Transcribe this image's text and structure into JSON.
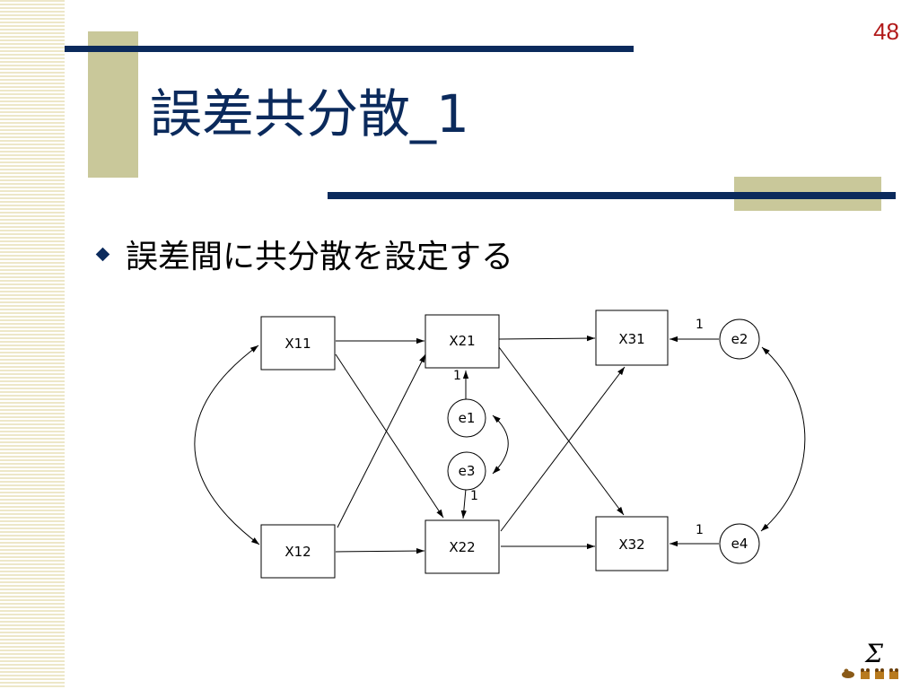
{
  "page_number": "48",
  "title": "誤差共分散_1",
  "bullet": "誤差間に共分散を設定する",
  "diagram": {
    "nodes": [
      {
        "id": "X11",
        "label": "X11",
        "shape": "rect"
      },
      {
        "id": "X12",
        "label": "X12",
        "shape": "rect"
      },
      {
        "id": "X21",
        "label": "X21",
        "shape": "rect"
      },
      {
        "id": "X22",
        "label": "X22",
        "shape": "rect"
      },
      {
        "id": "X31",
        "label": "X31",
        "shape": "rect"
      },
      {
        "id": "X32",
        "label": "X32",
        "shape": "rect"
      },
      {
        "id": "e1",
        "label": "e1",
        "shape": "circle"
      },
      {
        "id": "e2",
        "label": "e2",
        "shape": "circle"
      },
      {
        "id": "e3",
        "label": "e3",
        "shape": "circle"
      },
      {
        "id": "e4",
        "label": "e4",
        "shape": "circle"
      }
    ],
    "paths": [
      {
        "from": "X11",
        "to": "X21"
      },
      {
        "from": "X11",
        "to": "X22"
      },
      {
        "from": "X12",
        "to": "X21"
      },
      {
        "from": "X12",
        "to": "X22"
      },
      {
        "from": "X21",
        "to": "X31"
      },
      {
        "from": "X21",
        "to": "X32"
      },
      {
        "from": "X22",
        "to": "X31"
      },
      {
        "from": "X22",
        "to": "X32"
      },
      {
        "from": "e1",
        "to": "X21",
        "label": "1"
      },
      {
        "from": "e3",
        "to": "X22",
        "label": "1"
      },
      {
        "from": "e2",
        "to": "X31",
        "label": "1"
      },
      {
        "from": "e4",
        "to": "X32",
        "label": "1"
      }
    ],
    "covariances": [
      {
        "between": [
          "X11",
          "X12"
        ]
      },
      {
        "between": [
          "e1",
          "e3"
        ]
      },
      {
        "between": [
          "e2",
          "e4"
        ]
      }
    ]
  },
  "colors": {
    "navy": "#0b2a5c",
    "khaki": "#c9c89a",
    "page_number": "#b21a1a",
    "stripe": "#ede7c8"
  }
}
